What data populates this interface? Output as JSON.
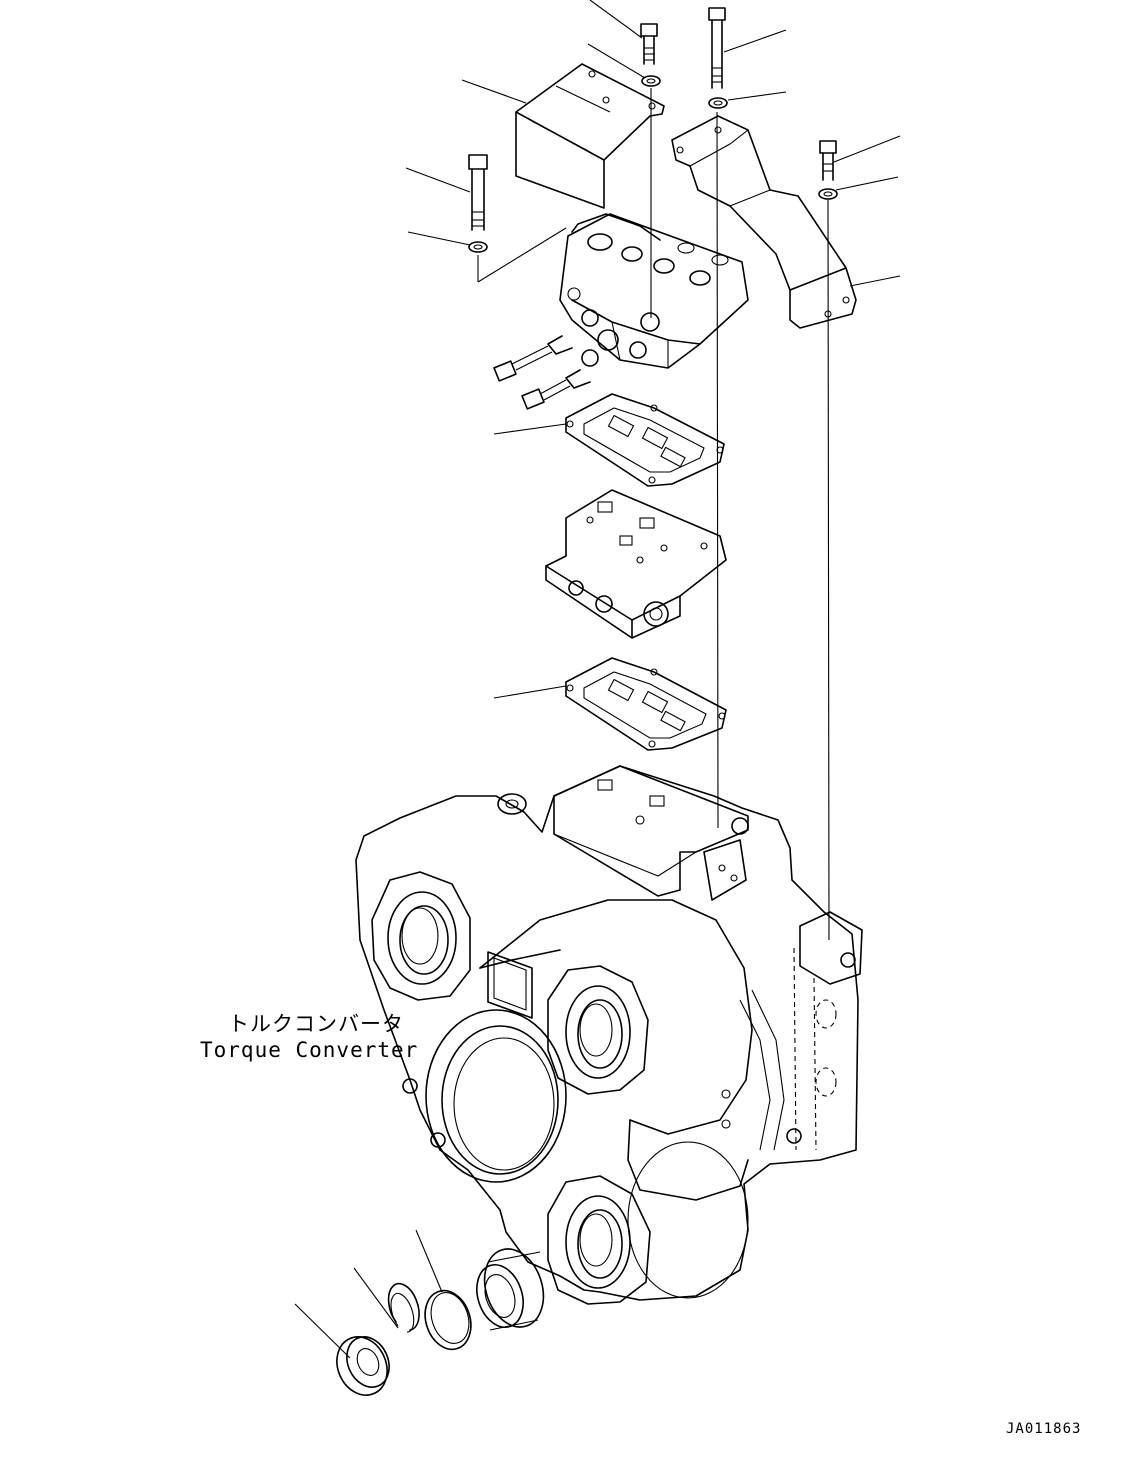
{
  "labels": {
    "torque_converter_jp": "トルクコンバータ",
    "torque_converter_en": "Torque Converter",
    "drawing_code": "JA011863"
  },
  "icons": [
    "leader-line",
    "bolt-icon",
    "washer-icon",
    "bracket-icon",
    "valve-icon",
    "gasket-icon",
    "case-icon",
    "snap-ring-icon",
    "seal-icon",
    "bearing-icon"
  ]
}
